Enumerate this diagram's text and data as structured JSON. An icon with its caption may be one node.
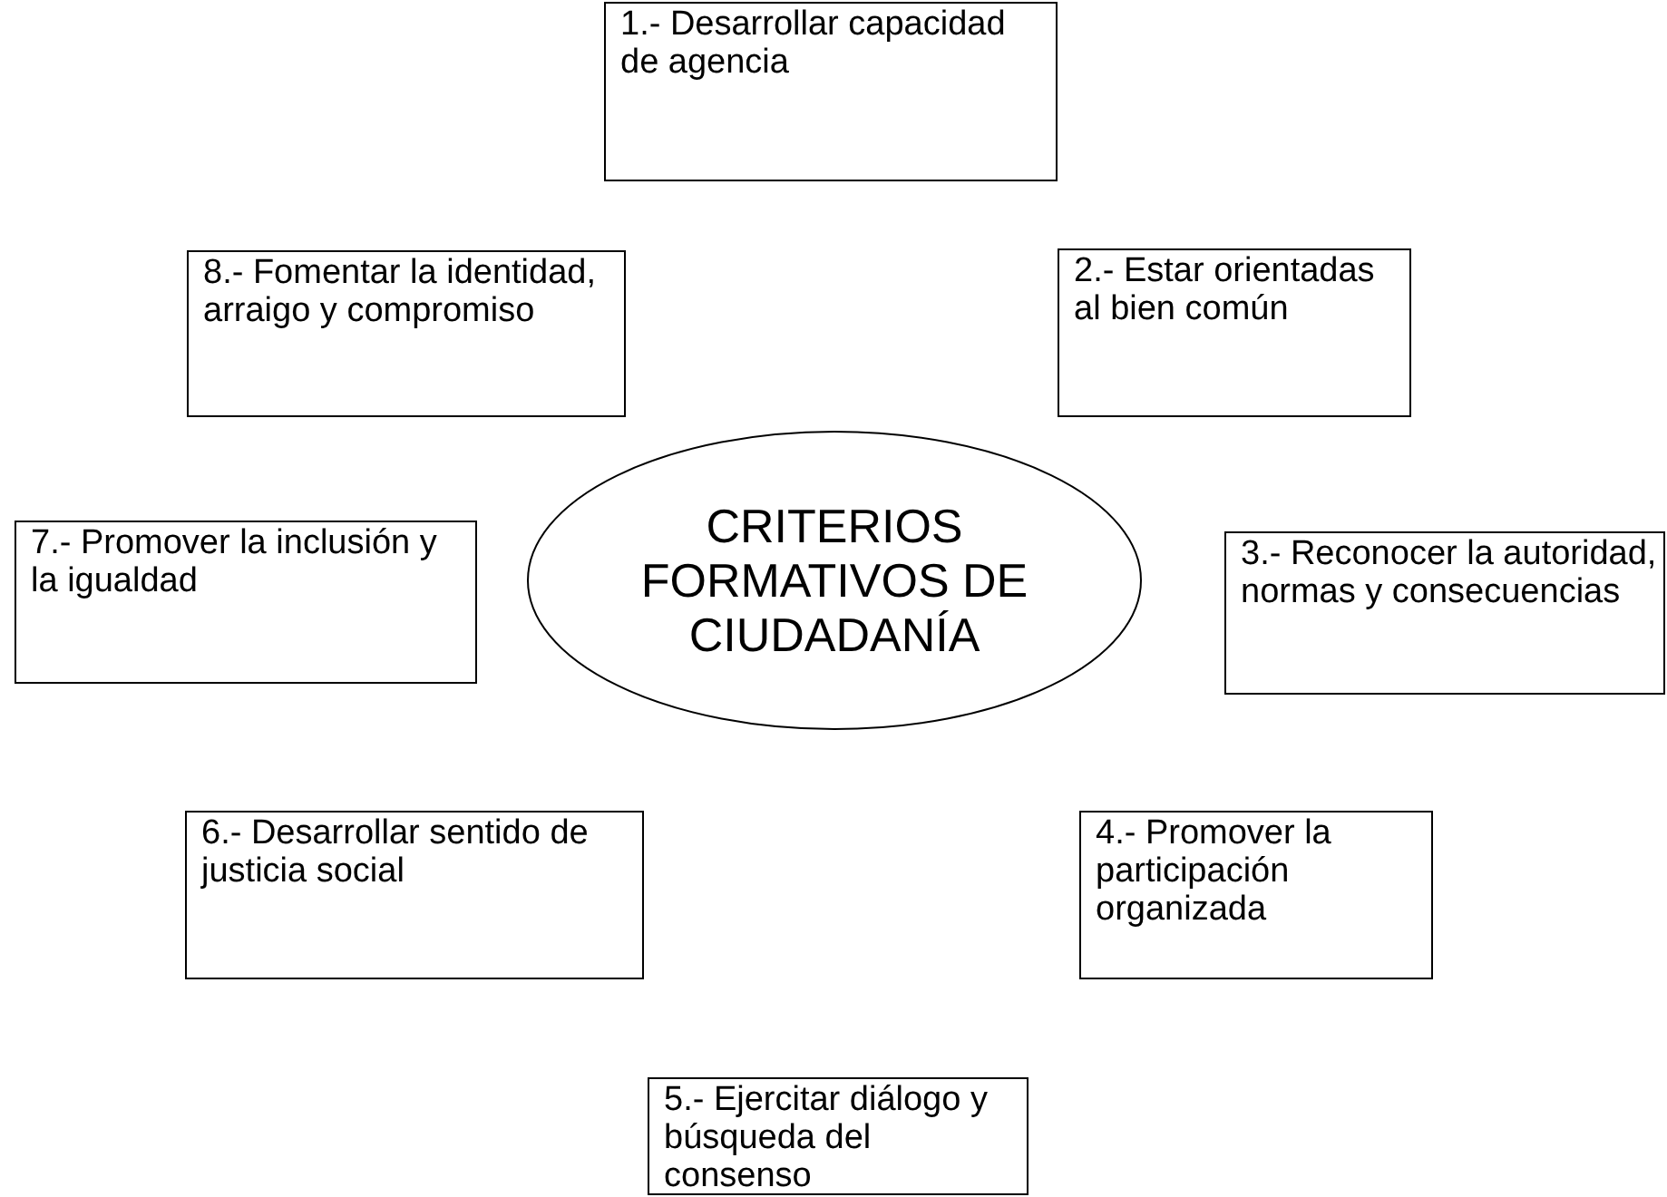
{
  "diagram": {
    "nodes": [
      {
        "text": [
          "CRITERIOS FORMATIVOS DE CIUDADANÍA"
        ]
      },
      {
        "text": [
          "1.- Desarrollar capacidad de agencia"
        ]
      },
      {
        "text": [
          "2.- Estar orientadas al bien común"
        ]
      },
      {
        "text": [
          "3.- Reconocer la autoridad, normas y consecuencias"
        ]
      },
      {
        "text": [
          "4.- Promover la participación organizada"
        ]
      },
      {
        "text": [
          "5.- Ejercitar diálogo y búsqueda del consenso"
        ]
      },
      {
        "text": [
          "6.- Desarrollar sentido de justicia social"
        ]
      },
      {
        "text": [
          "7.- Promover la inclusión y la igualdad"
        ]
      },
      {
        "text": [
          "8.- Fomentar la identidad, arraigo y compromiso"
        ]
      }
    ]
  }
}
